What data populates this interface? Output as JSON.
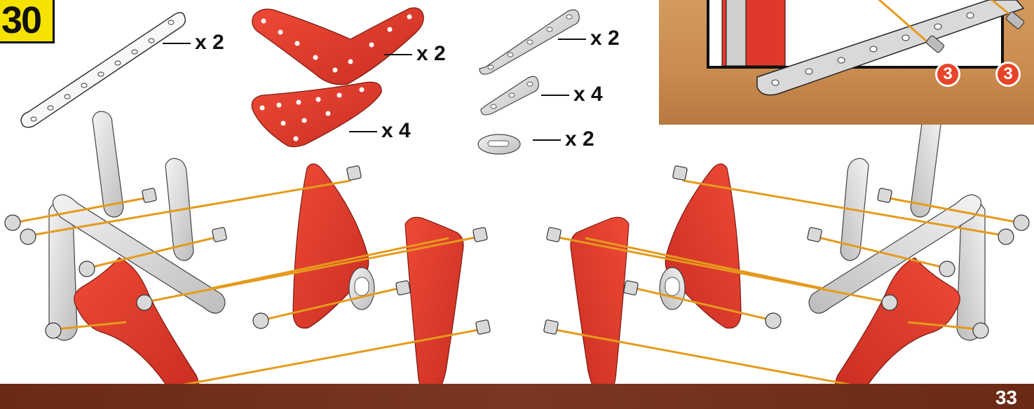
{
  "step_number": "30",
  "page_number": "33",
  "parts_list": [
    {
      "part": "long-strip-9-hole",
      "quantity_label": "x 2"
    },
    {
      "part": "red-curved-plate",
      "quantity_label": "x 2"
    },
    {
      "part": "red-triangular-plate",
      "quantity_label": "x 4"
    },
    {
      "part": "short-strip-5-hole",
      "quantity_label": "x 2"
    },
    {
      "part": "short-strip-3-hole",
      "quantity_label": "x 4"
    },
    {
      "part": "slotted-washer",
      "quantity_label": "x 2"
    }
  ],
  "inset": {
    "callouts": [
      "3",
      "3"
    ]
  },
  "colors": {
    "red_part": "#e0382a",
    "metal_part": "#d9d9d9",
    "thread_line": "#e59a1c",
    "step_badge": "#f6e200",
    "bottom_band": "#6b2a16",
    "inset_background": "#c98a4e"
  }
}
